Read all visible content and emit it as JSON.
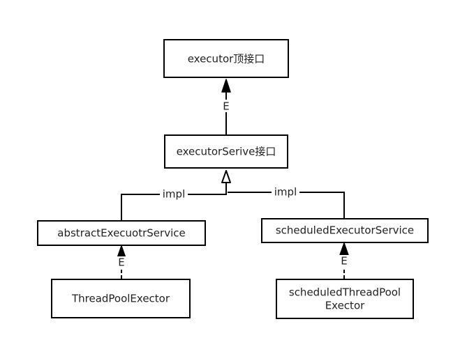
{
  "nodes": {
    "executor": "executor顶接口",
    "executor_service": "executorSerive接口",
    "abstract_executor_service": "abstractExecuotrService",
    "scheduled_executor_service": "scheduledExecutorService",
    "thread_pool_executor": "ThreadPoolExector",
    "scheduled_thread_pool_executor": {
      "line1": "scheduledThreadPool",
      "line2": "Exector"
    }
  },
  "edges": {
    "service_to_executor": "E",
    "abstract_to_service": "impl",
    "scheduled_to_service": "impl",
    "threadpool_to_abstract": "E",
    "scheduledpool_to_scheduled": "E"
  }
}
